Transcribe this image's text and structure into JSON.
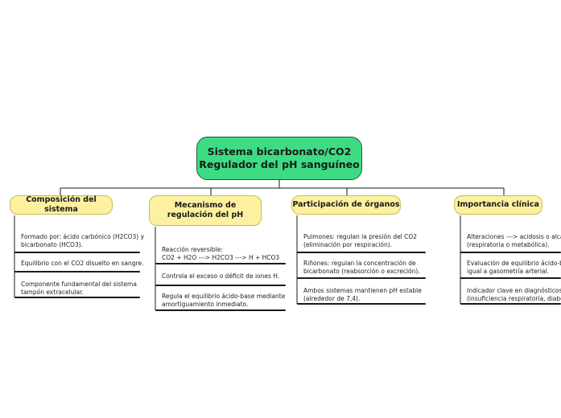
{
  "root": {
    "line1": "Sistema bicarbonato/CO2",
    "line2": "Regulador del pH sanguíneo"
  },
  "branches": [
    {
      "title": "Composición del sistema",
      "items": [
        [
          "Formado por: ácido carbónico (H2CO3) y",
          "bicarbonato (HCO3)."
        ],
        [
          "Equilibrio con el CO2 disuelto en sangre."
        ],
        [
          "Componente fundamental del sistema",
          "tampón extracelular."
        ]
      ]
    },
    {
      "title": "Mecanismo de regulación del pH",
      "items": [
        [
          "Reacción reversible:",
          "CO2 + H2O ---> H2CO3 ---> H + HCO3"
        ],
        [
          "Controla el exceso o déficit de iones H."
        ],
        [
          "Regula el equilibrio ácido-base mediante",
          "amortiguamiento inmediato."
        ]
      ]
    },
    {
      "title": "Participación de órganos",
      "items": [
        [
          "Pulmones: regulan la presión del CO2",
          "(eliminación por respiración)."
        ],
        [
          "Riñones: regulan la concentración de",
          "bicarbonato (reabsorción o excreción)."
        ],
        [
          "Ambos sistemas mantienen pH estable",
          "(alrededor de 7,4)."
        ]
      ]
    },
    {
      "title": "Importancia clínica",
      "items": [
        [
          "Alteraciones ---> acidosis o alcalosis",
          "(respiratoria o metabólica)."
        ],
        [
          "Evaluación de equilibrio ácido-base",
          "igual a gasometría arterial."
        ],
        [
          "Indicador clave en diagnósticos",
          "(insuficiencia respiratoria, diabetes)."
        ]
      ]
    }
  ]
}
